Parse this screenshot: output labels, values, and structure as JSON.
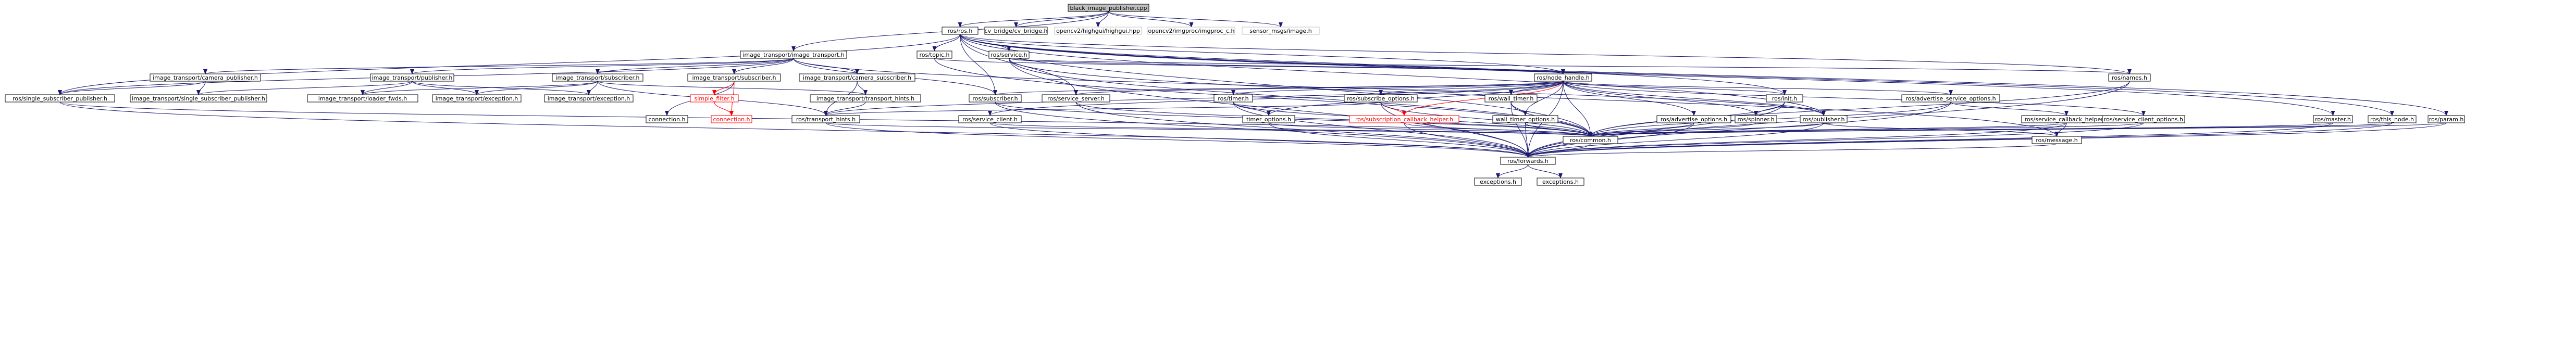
{
  "title": "black_image_publisher.cpp",
  "nodes": [
    {
      "id": "n0",
      "label": "black_image_publisher.cpp",
      "style": "root"
    },
    {
      "id": "n1",
      "label": "ros/ros.h",
      "style": "normal"
    },
    {
      "id": "n2",
      "label": "cv_bridge/cv_bridge.h",
      "style": "normal"
    },
    {
      "id": "n3",
      "label": "opencv2/highgui/highgui.hpp",
      "style": "missing"
    },
    {
      "id": "n4",
      "label": "opencv2/imgproc/imgproc_c.h",
      "style": "missing"
    },
    {
      "id": "n5",
      "label": "sensor_msgs/image.h",
      "style": "missing"
    },
    {
      "id": "n6",
      "label": "image_transport/image_transport.h",
      "style": "normal"
    },
    {
      "id": "n7",
      "label": "ros/topic.h",
      "style": "normal"
    },
    {
      "id": "n8",
      "label": "ros/service.h",
      "style": "normal"
    },
    {
      "id": "n9",
      "label": "image_transport/camera_publisher.h",
      "style": "normal"
    },
    {
      "id": "n10",
      "label": "image_transport/publisher.h",
      "style": "normal"
    },
    {
      "id": "n11",
      "label": "image_transport/subscriber.h",
      "style": "normal"
    },
    {
      "id": "n12",
      "label": "image_transport/subscriber.h",
      "style": "normal"
    },
    {
      "id": "n13",
      "label": "image_transport/camera_subscriber.h",
      "style": "normal"
    },
    {
      "id": "n14",
      "label": "ros/node_handle.h",
      "style": "normal"
    },
    {
      "id": "n15",
      "label": "ros/names.h",
      "style": "normal"
    },
    {
      "id": "n16",
      "label": "ros/single_subscriber_publisher.h",
      "style": "normal"
    },
    {
      "id": "n17",
      "label": "image_transport/single_subscriber_publisher.h",
      "style": "normal"
    },
    {
      "id": "n18",
      "label": "image_transport/loader_fwds.h",
      "style": "normal"
    },
    {
      "id": "n19",
      "label": "image_transport/exception.h",
      "style": "normal"
    },
    {
      "id": "n20",
      "label": "image_transport/exception.h",
      "style": "normal"
    },
    {
      "id": "n21",
      "label": "simple_filter.h",
      "style": "red"
    },
    {
      "id": "n22",
      "label": "image_transport/transport_hints.h",
      "style": "normal"
    },
    {
      "id": "n23",
      "label": "ros/subscriber.h",
      "style": "normal"
    },
    {
      "id": "n24",
      "label": "ros/service_server.h",
      "style": "normal"
    },
    {
      "id": "n25",
      "label": "ros/timer.h",
      "style": "normal"
    },
    {
      "id": "n26",
      "label": "ros/subscribe_options.h",
      "style": "normal"
    },
    {
      "id": "n27",
      "label": "ros/wall_timer.h",
      "style": "normal"
    },
    {
      "id": "n28",
      "label": "ros/init.h",
      "style": "normal"
    },
    {
      "id": "n29",
      "label": "ros/advertise_service_options.h",
      "style": "normal"
    },
    {
      "id": "n30",
      "label": "connection.h",
      "style": "normal"
    },
    {
      "id": "n31",
      "label": "connection.h",
      "style": "red"
    },
    {
      "id": "n32",
      "label": "ros/transport_hints.h",
      "style": "normal"
    },
    {
      "id": "n33",
      "label": "ros/service_client.h",
      "style": "normal"
    },
    {
      "id": "n34",
      "label": "timer_options.h",
      "style": "normal"
    },
    {
      "id": "n35",
      "label": "ros/subscription_callback_helper.h",
      "style": "red"
    },
    {
      "id": "n36",
      "label": "wall_timer_options.h",
      "style": "normal"
    },
    {
      "id": "n37",
      "label": "ros/advertise_options.h",
      "style": "normal"
    },
    {
      "id": "n38",
      "label": "ros/spinner.h",
      "style": "normal"
    },
    {
      "id": "n39",
      "label": "ros/publisher.h",
      "style": "normal"
    },
    {
      "id": "n40",
      "label": "ros/service_callback_helper.h",
      "style": "normal"
    },
    {
      "id": "n41",
      "label": "ros/service_client_options.h",
      "style": "normal"
    },
    {
      "id": "n42",
      "label": "ros/master.h",
      "style": "normal"
    },
    {
      "id": "n43",
      "label": "ros/this_node.h",
      "style": "normal"
    },
    {
      "id": "n44",
      "label": "ros/param.h",
      "style": "normal"
    },
    {
      "id": "n45",
      "label": "ros/common.h",
      "style": "normal"
    },
    {
      "id": "n46",
      "label": "ros/message.h",
      "style": "normal"
    },
    {
      "id": "n47",
      "label": "ros/forwards.h",
      "style": "normal"
    },
    {
      "id": "n48",
      "label": "exceptions.h",
      "style": "normal"
    },
    {
      "id": "n49",
      "label": "exceptions.h",
      "style": "normal"
    }
  ],
  "edges": [
    [
      "n0",
      "n1"
    ],
    [
      "n0",
      "n2"
    ],
    [
      "n0",
      "n3"
    ],
    [
      "n0",
      "n4"
    ],
    [
      "n0",
      "n5"
    ],
    [
      "n0",
      "n6"
    ],
    [
      "n1",
      "n7"
    ],
    [
      "n1",
      "n8"
    ],
    [
      "n1",
      "n14"
    ],
    [
      "n1",
      "n15"
    ],
    [
      "n1",
      "n23"
    ],
    [
      "n1",
      "n24"
    ],
    [
      "n1",
      "n28"
    ],
    [
      "n1",
      "n39"
    ],
    [
      "n1",
      "n42"
    ],
    [
      "n1",
      "n43"
    ],
    [
      "n1",
      "n44"
    ],
    [
      "n1",
      "n16"
    ],
    [
      "n1",
      "n45"
    ],
    [
      "n6",
      "n9"
    ],
    [
      "n6",
      "n10"
    ],
    [
      "n6",
      "n11"
    ],
    [
      "n6",
      "n12"
    ],
    [
      "n6",
      "n13"
    ],
    [
      "n6",
      "n23"
    ],
    [
      "n6",
      "n16"
    ],
    [
      "n6",
      "n39"
    ],
    [
      "n7",
      "n14"
    ],
    [
      "n7",
      "n45"
    ],
    [
      "n8",
      "n14"
    ],
    [
      "n8",
      "n15"
    ],
    [
      "n8",
      "n45"
    ],
    [
      "n8",
      "n47"
    ],
    [
      "n8",
      "n46"
    ],
    [
      "n9",
      "n16"
    ],
    [
      "n9",
      "n17"
    ],
    [
      "n10",
      "n17"
    ],
    [
      "n10",
      "n18"
    ],
    [
      "n10",
      "n19"
    ],
    [
      "n10",
      "n20"
    ],
    [
      "n11",
      "n18"
    ],
    [
      "n11",
      "n19"
    ],
    [
      "n11",
      "n20"
    ],
    [
      "n11",
      "n32"
    ],
    [
      "n11",
      "n22"
    ],
    [
      "n12",
      "n21"
    ],
    [
      "n12",
      "n30"
    ],
    [
      "n12",
      "n31"
    ],
    [
      "n13",
      "n22"
    ],
    [
      "n13",
      "n32"
    ],
    [
      "n14",
      "n23"
    ],
    [
      "n14",
      "n24"
    ],
    [
      "n14",
      "n25"
    ],
    [
      "n14",
      "n26"
    ],
    [
      "n14",
      "n27"
    ],
    [
      "n14",
      "n28"
    ],
    [
      "n14",
      "n29"
    ],
    [
      "n14",
      "n33"
    ],
    [
      "n14",
      "n34"
    ],
    [
      "n14",
      "n36"
    ],
    [
      "n14",
      "n37"
    ],
    [
      "n14",
      "n38"
    ],
    [
      "n14",
      "n39"
    ],
    [
      "n14",
      "n41"
    ],
    [
      "n14",
      "n45"
    ],
    [
      "n14",
      "n47"
    ],
    [
      "n14",
      "n32"
    ],
    [
      "n14",
      "n35"
    ],
    [
      "n15",
      "n45"
    ],
    [
      "n15",
      "n47"
    ],
    [
      "n16",
      "n45"
    ],
    [
      "n16",
      "n47"
    ],
    [
      "n21",
      "n31"
    ],
    [
      "n22",
      "n32"
    ],
    [
      "n23",
      "n45"
    ],
    [
      "n23",
      "n47"
    ],
    [
      "n24",
      "n45"
    ],
    [
      "n24",
      "n47"
    ],
    [
      "n25",
      "n34"
    ],
    [
      "n25",
      "n45"
    ],
    [
      "n25",
      "n47"
    ],
    [
      "n26",
      "n35"
    ],
    [
      "n26",
      "n45"
    ],
    [
      "n26",
      "n47"
    ],
    [
      "n26",
      "n32"
    ],
    [
      "n27",
      "n36"
    ],
    [
      "n27",
      "n45"
    ],
    [
      "n27",
      "n47"
    ],
    [
      "n28",
      "n45"
    ],
    [
      "n28",
      "n38"
    ],
    [
      "n28",
      "n47"
    ],
    [
      "n29",
      "n40"
    ],
    [
      "n29",
      "n45"
    ],
    [
      "n29",
      "n47"
    ],
    [
      "n32",
      "n45"
    ],
    [
      "n32",
      "n47"
    ],
    [
      "n33",
      "n45"
    ],
    [
      "n33",
      "n47"
    ],
    [
      "n34",
      "n45"
    ],
    [
      "n34",
      "n47"
    ],
    [
      "n35",
      "n45"
    ],
    [
      "n35",
      "n47"
    ],
    [
      "n36",
      "n45"
    ],
    [
      "n36",
      "n47"
    ],
    [
      "n37",
      "n45"
    ],
    [
      "n37",
      "n47"
    ],
    [
      "n38",
      "n45"
    ],
    [
      "n39",
      "n45"
    ],
    [
      "n39",
      "n46"
    ],
    [
      "n39",
      "n47"
    ],
    [
      "n40",
      "n45"
    ],
    [
      "n40",
      "n46"
    ],
    [
      "n40",
      "n47"
    ],
    [
      "n41",
      "n45"
    ],
    [
      "n41",
      "n47"
    ],
    [
      "n42",
      "n45"
    ],
    [
      "n42",
      "n47"
    ],
    [
      "n43",
      "n45"
    ],
    [
      "n43",
      "n47"
    ],
    [
      "n44",
      "n45"
    ],
    [
      "n44",
      "n47"
    ],
    [
      "n45",
      "n47"
    ],
    [
      "n46",
      "n47"
    ],
    [
      "n47",
      "n48"
    ],
    [
      "n47",
      "n49"
    ]
  ]
}
